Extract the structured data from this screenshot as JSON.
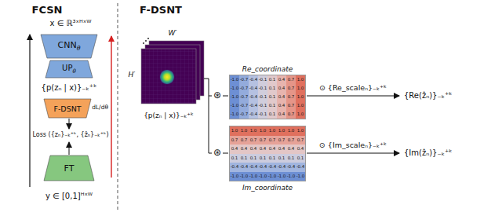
{
  "diagram": {
    "nodes": [
      {
        "text": [
          "CNN",
          "θ"
        ]
      },
      {
        "text": [
          "UP",
          "θ"
        ]
      },
      {
        "text": [
          "F-DSNT"
        ]
      },
      {
        "text": [
          "FT"
        ]
      },
      {
        "text": [
          "Re_coordinate"
        ]
      },
      {
        "text": [
          "Im_coordinate"
        ]
      }
    ],
    "labels": [
      "FCSN",
      "x ∈ ℝ³ˣᴴˣᵂ",
      "{p(zₙ | x)}₋ₖ⁺ᵏ",
      "dL/dθ",
      "Loss ({zₙ}₋ₖ⁺ᵏ, {ẑₙ}₋ₖ⁺ᵏ)",
      "y ∈ [0,1]ᴴˣᵂ",
      "F-DSNT",
      "W′",
      "H′",
      "{p(zₙ | x)}₋ₖ⁺ᵏ",
      "⊛",
      "⊛",
      "⊙ {Re_scaleₙ}₋ₖ⁺ᵏ",
      "{Re(ẑₙ)}₋ₖ⁺ᵏ",
      "⊙ {Im_scaleₙ}₋ₖ⁺ᵏ",
      "{Im(ẑₙ)}₋ₖ⁺ᵏ",
      "-1.0",
      "-0.7",
      "-0.4",
      "-0.1",
      "0.1",
      "0.4",
      "0.7",
      "1.0",
      "-1.0",
      "-0.7",
      "-0.4",
      "-0.1",
      "0.1",
      "0.4",
      "0.7",
      "1.0",
      "-1.0",
      "-0.7",
      "-0.4",
      "-0.1",
      "0.1",
      "0.4",
      "0.7",
      "1.0",
      "-1.0",
      "-0.7",
      "-0.4",
      "-0.1",
      "0.1",
      "0.4",
      "0.7",
      "1.0",
      "-1.0",
      "-0.7",
      "-0.4",
      "-0.1",
      "0.1",
      "0.4",
      "0.7",
      "1.0",
      "1.0",
      "1.0",
      "1.0",
      "1.0",
      "1.0",
      "1.0",
      "1.0",
      "1.0",
      "0.7",
      "0.7",
      "0.7",
      "0.7",
      "0.7",
      "0.7",
      "0.7",
      "0.7",
      "0.4",
      "0.4",
      "0.4",
      "0.4",
      "0.4",
      "0.4",
      "0.4",
      "0.4",
      "0.1",
      "0.1",
      "0.1",
      "0.1",
      "0.1",
      "0.1",
      "0.1",
      "0.1",
      "-0.4",
      "-0.4",
      "-0.4",
      "-0.4",
      "-0.4",
      "-0.4",
      "-0.4",
      "-0.4",
      "-1.0",
      "-1.0",
      "-1.0",
      "-1.0",
      "-1.0",
      "-1.0",
      "-1.0",
      "-1.0"
    ]
  }
}
